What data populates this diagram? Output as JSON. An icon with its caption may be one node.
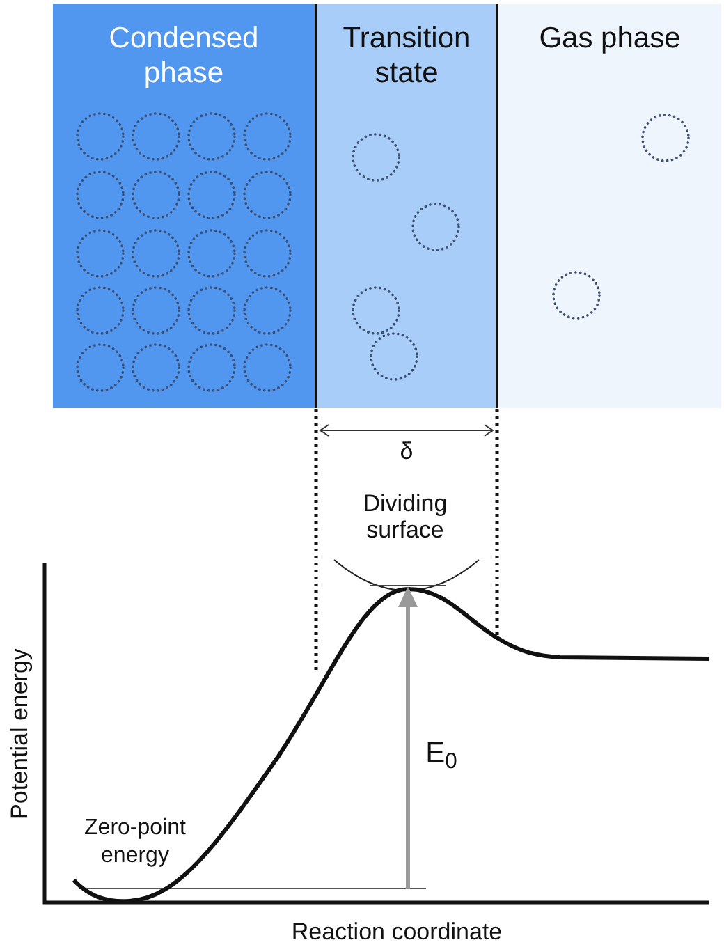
{
  "diagram": {
    "nodes": [
      {
        "text": [
          "Condensed phase"
        ]
      },
      {
        "text": [
          "Transition state"
        ]
      },
      {
        "text": [
          "Gas phase"
        ]
      }
    ],
    "labels": [
      "δ",
      "Dividing surface",
      "E$_{0}$",
      "Zero-point energy",
      "Potential energy",
      "Reaction coordinate"
    ]
  }
}
